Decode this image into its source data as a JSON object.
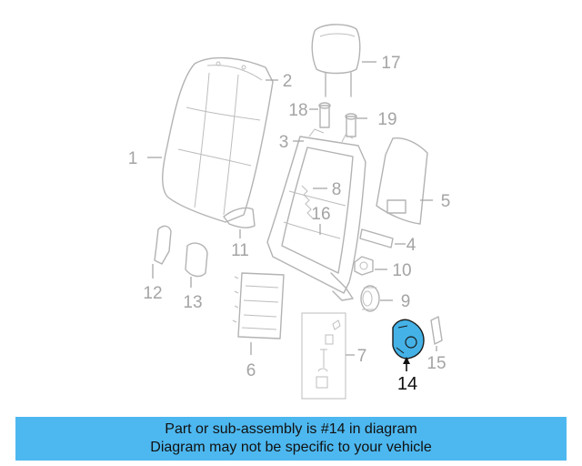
{
  "colors": {
    "highlight": "#44b2e6",
    "banner": "#4db8f0",
    "part_stroke": "#b3b3b3",
    "label": "#a4a4a4"
  },
  "callouts": {
    "c1": "1",
    "c2": "2",
    "c3": "3",
    "c4": "4",
    "c5": "5",
    "c6": "6",
    "c7": "7",
    "c8": "8",
    "c9": "9",
    "c10": "10",
    "c11": "11",
    "c12": "12",
    "c13": "13",
    "c14": "14",
    "c15": "15",
    "c16": "16",
    "c17": "17",
    "c18": "18",
    "c19": "19"
  },
  "highlighted_part": "14",
  "banner": {
    "line1": "Part or sub-assembly is #14 in diagram",
    "line2": "Diagram may not be specific to your vehicle"
  }
}
